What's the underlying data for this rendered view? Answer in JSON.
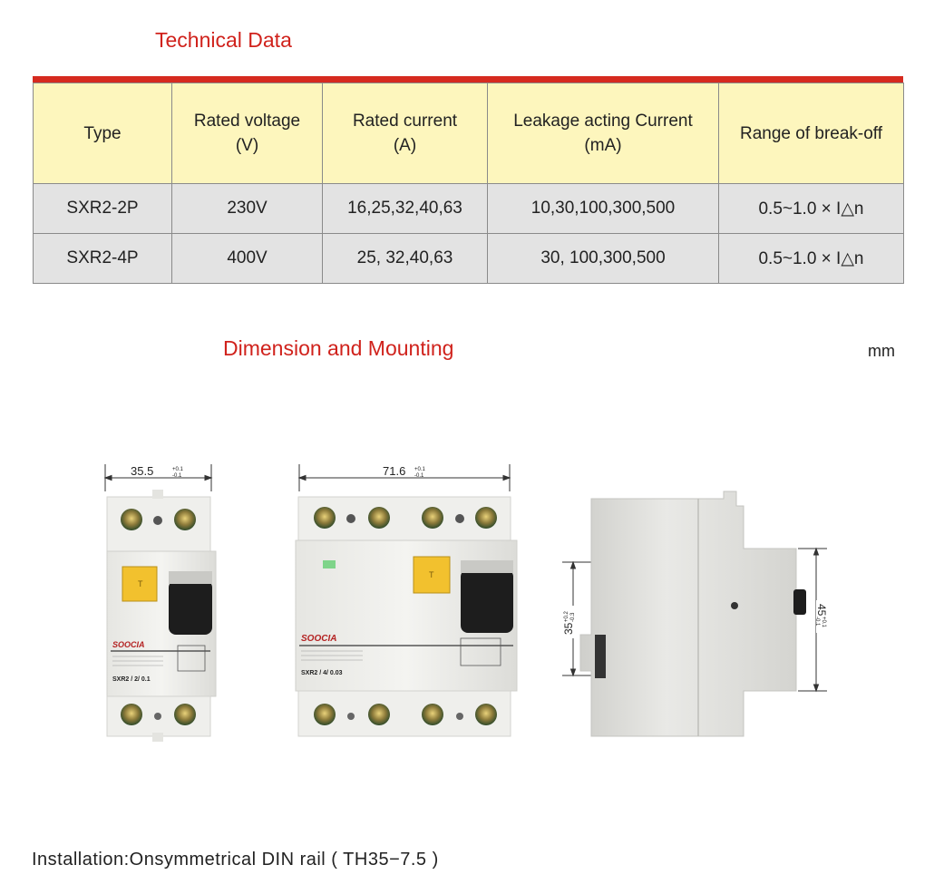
{
  "technical": {
    "title": "Technical Data",
    "headers": [
      [
        "Type",
        ""
      ],
      [
        "Rated voltage",
        "(V)"
      ],
      [
        "Rated current",
        "(A)"
      ],
      [
        "Leakage acting Current",
        "(mA)"
      ],
      [
        "Range of break-off",
        ""
      ]
    ],
    "rows": [
      [
        "SXR2-2P",
        "230V",
        "16,25,32,40,63",
        "10,30,100,300,500",
        "0.5~1.0 × I△n"
      ],
      [
        "SXR2-4P",
        "400V",
        "25, 32,40,63",
        "30, 100,300,500",
        "0.5~1.0 × I△n"
      ]
    ]
  },
  "dimension": {
    "title": "Dimension and Mounting",
    "unit": "mm",
    "width_2p": "35.5",
    "width_4p": "71.6",
    "tol_plus": "+0.1",
    "tol_minus": "-0.1",
    "height_35": "35",
    "tol35_plus": "+0.2",
    "tol35_minus": "-0.3",
    "height_45": "45",
    "brand": "SOOCIA",
    "model_2p": "SXR2 / 2/ 0.1",
    "model_4p": "SXR2 / 4/ 0.03"
  },
  "installation": "Installation:Onsymmetrical DIN rail ( TH35−7.5 )",
  "colors": {
    "heading_red": "#d0221c",
    "header_yellow": "#fdf6bd",
    "row_gray": "#e3e3e3",
    "test_button_yellow": "#f2c12e",
    "handle_black": "#1d1d1d"
  }
}
